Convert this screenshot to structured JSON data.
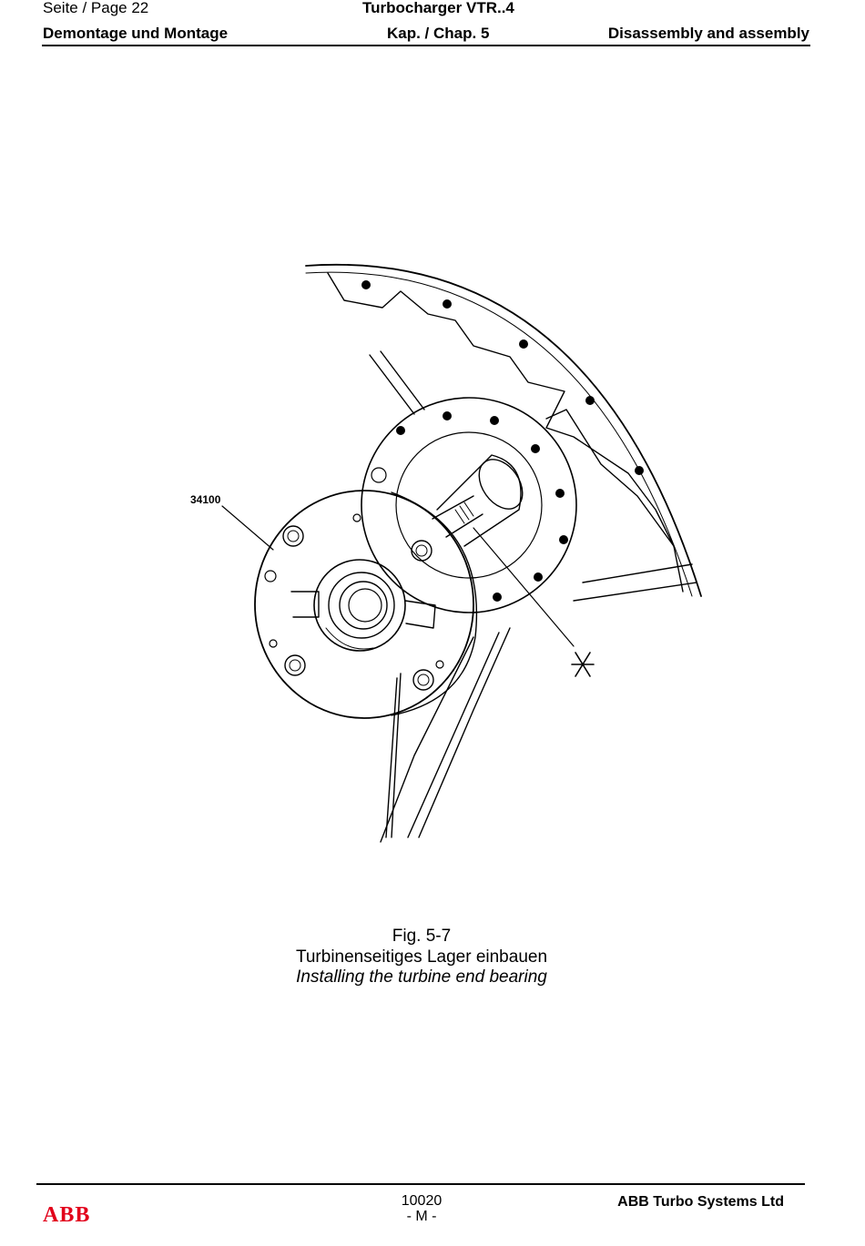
{
  "header": {
    "page_label": "Seite / Page  22",
    "product": "Turbocharger VTR..4",
    "section_de": "Demontage und Montage",
    "chapter": "Kap. / Chap. 5",
    "section_en": "Disassembly and assembly"
  },
  "figure": {
    "callouts": [
      "34100"
    ],
    "number": "Fig. 5-7",
    "title_de": "Turbinenseitiges Lager einbauen",
    "title_en": "Installing the turbine end bearing"
  },
  "footer": {
    "doc_number": "10020",
    "edition": "- M -",
    "company": "ABB Turbo Systems Ltd",
    "logo_text": "ABB",
    "logo_color": "#e2001a"
  }
}
